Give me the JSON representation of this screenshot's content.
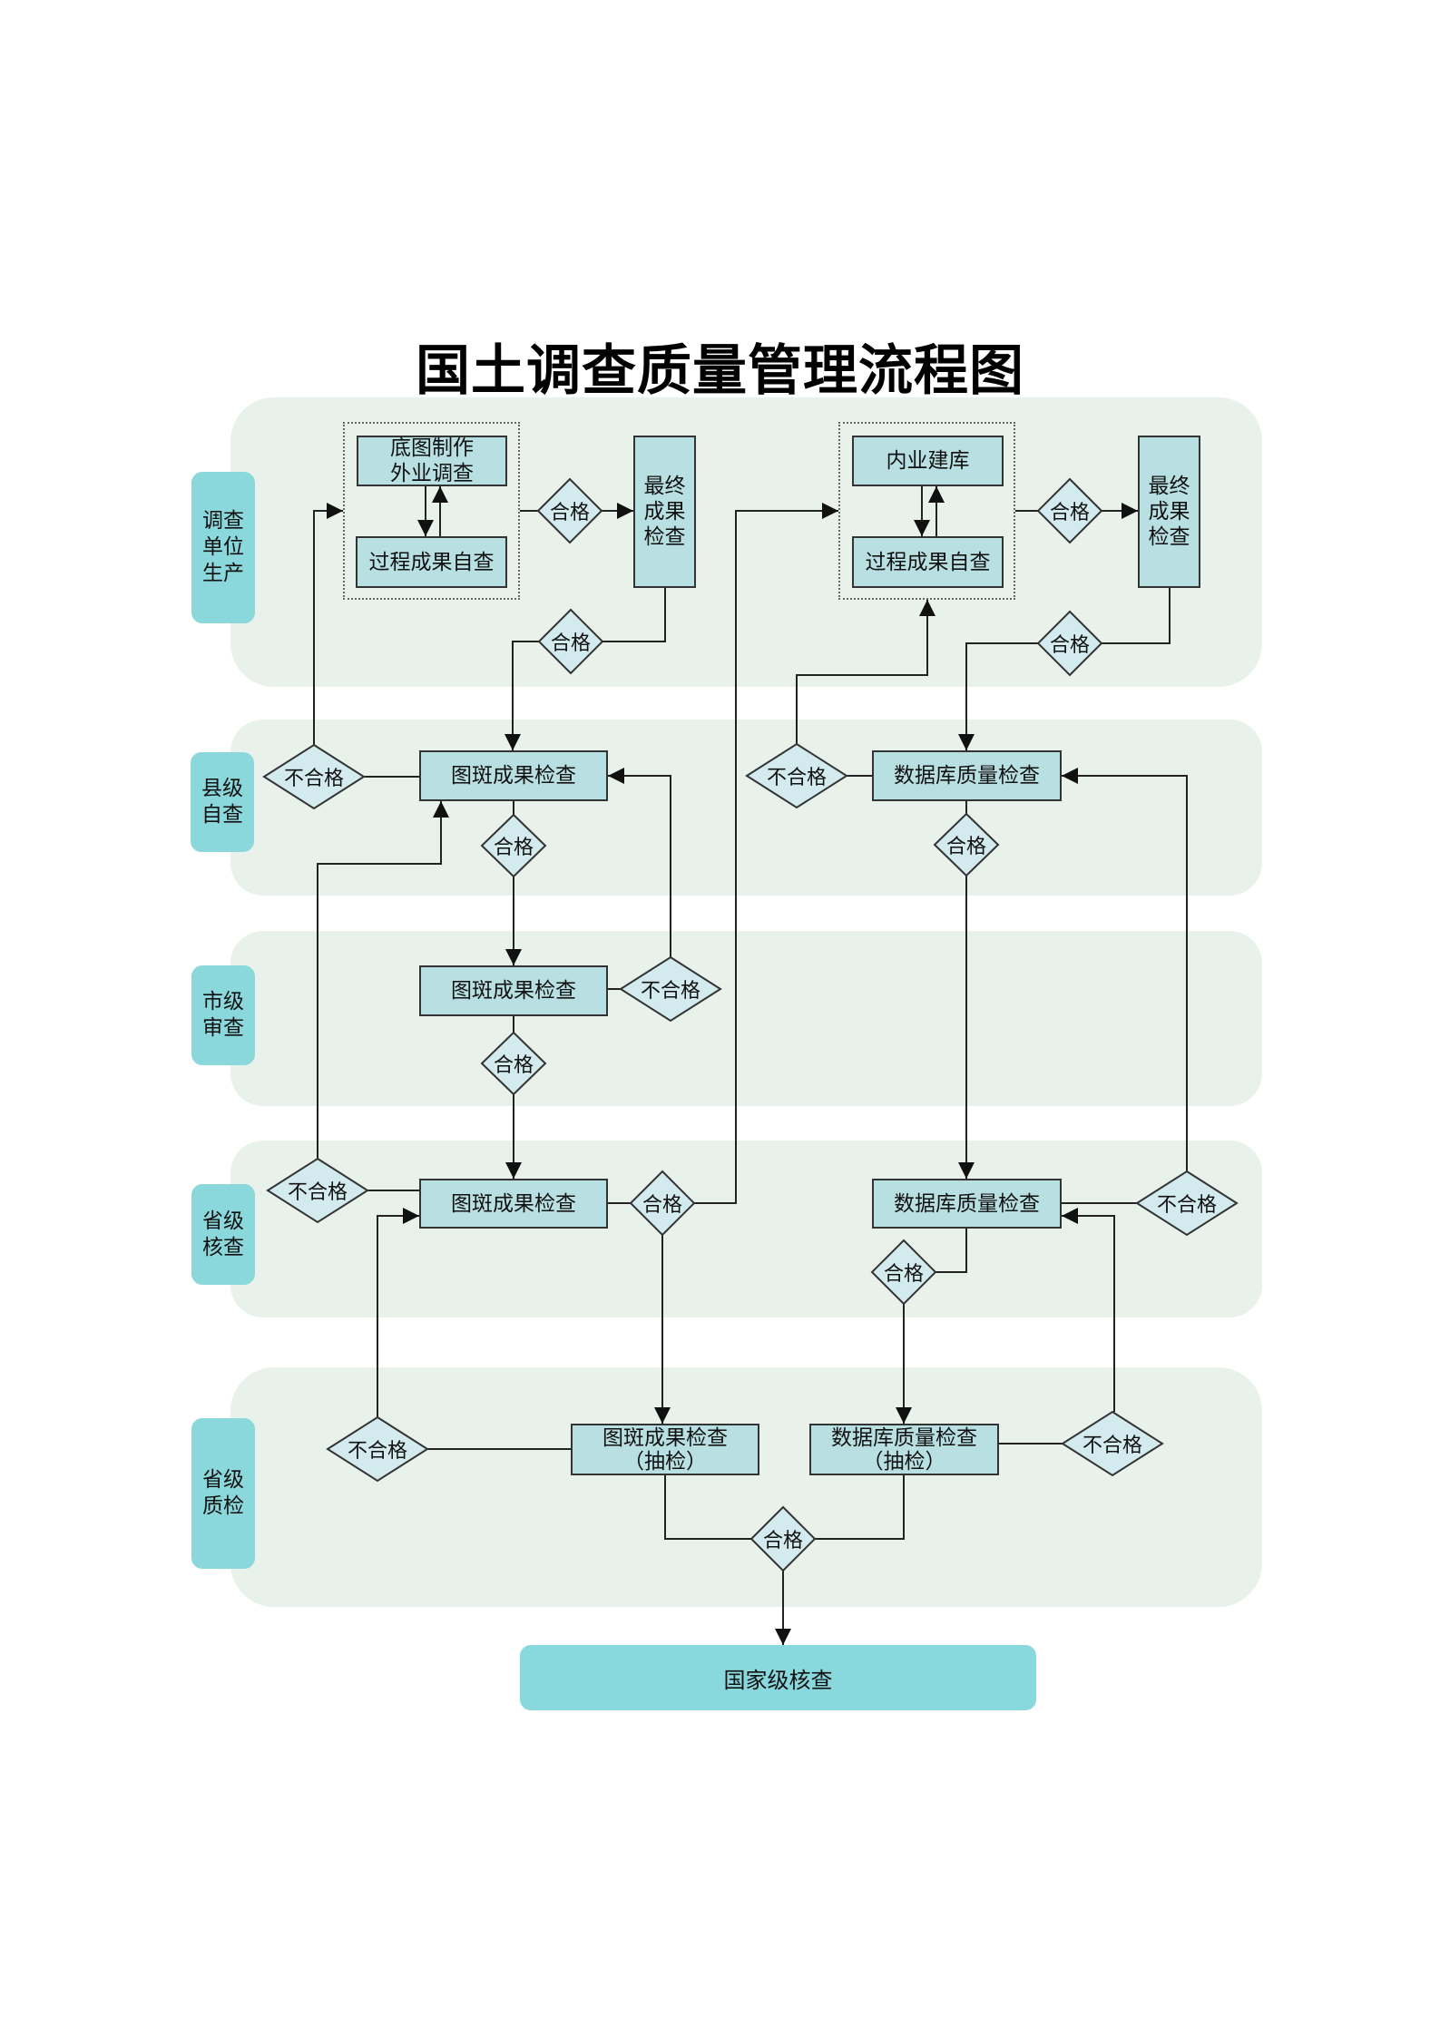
{
  "title": "国土调查质量管理流程图",
  "lanes": [
    {
      "label": "调查\n单位\n生产"
    },
    {
      "label": "县级\n自查"
    },
    {
      "label": "市级\n审查"
    },
    {
      "label": "省级\n核查"
    },
    {
      "label": "省级\n质检"
    }
  ],
  "boxes": {
    "basemap_survey": "底图制作\n外业调查",
    "process_selfcheck_1": "过程成果自查",
    "final_check_1": "最终\n成果\n检查",
    "indoor_db": "内业建库",
    "process_selfcheck_2": "过程成果自查",
    "final_check_2": "最终\n成果\n检查",
    "county_patch_check": "图斑成果检查",
    "county_db_check": "数据库质量检查",
    "city_patch_check": "图斑成果检查",
    "prov_patch_check": "图斑成果检查",
    "prov_db_check": "数据库质量检查",
    "qc_patch_sample": "图斑成果检查\n（抽检）",
    "qc_db_sample": "数据库质量检查\n（抽检）",
    "national_check": "国家级核查"
  },
  "decisions": {
    "pass": "合格",
    "fail": "不合格"
  },
  "colors": {
    "lane_bg": "#e8f1ea",
    "lane_label_bg": "#8ad8dc",
    "box_fill": "#b8e0e3",
    "diamond_fill": "#d3eaee",
    "line": "#222222"
  }
}
